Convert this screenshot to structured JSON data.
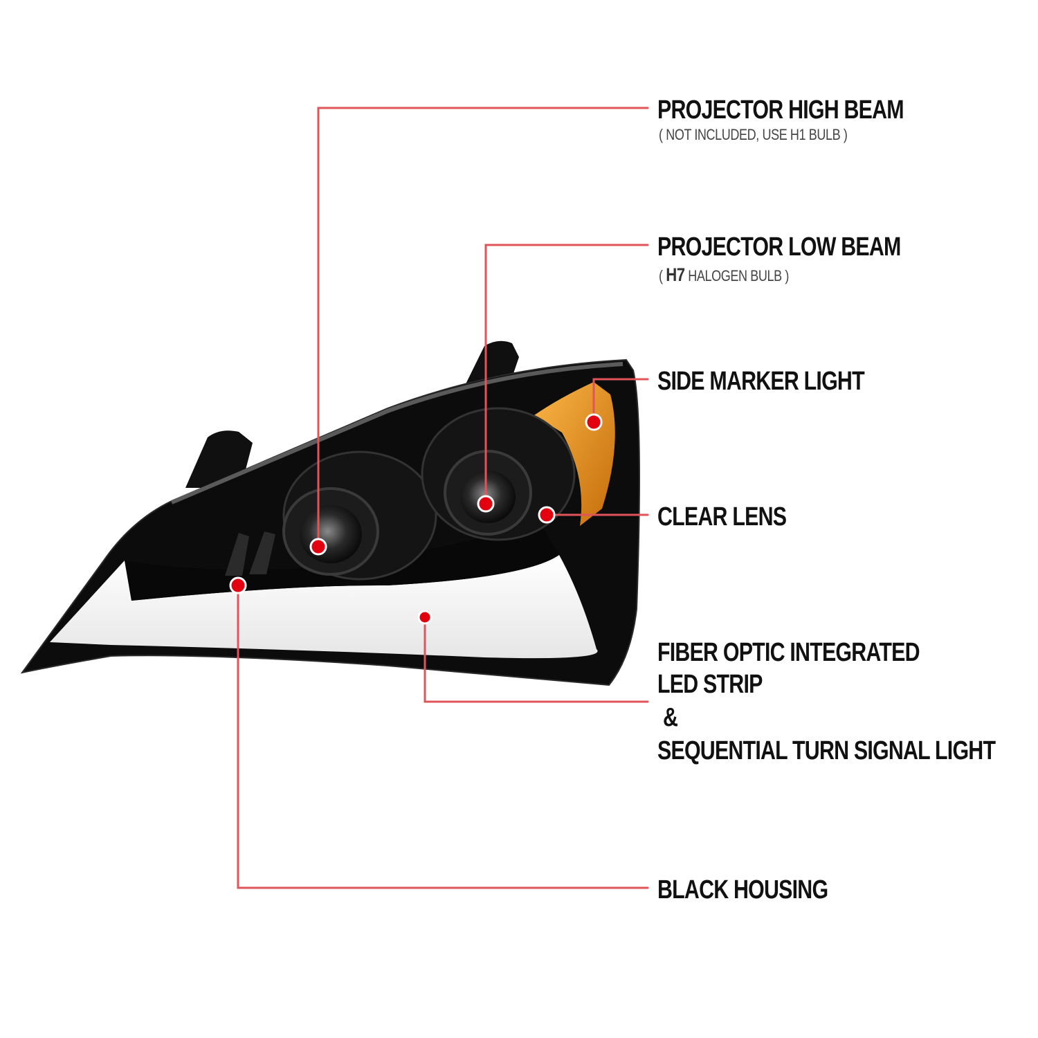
{
  "colors": {
    "leader_line": "#e0555a",
    "dot": "#e3000f",
    "housing": "#0c0c0c",
    "amber": "#f29a1c",
    "drl_strip": "#f4f4f4"
  },
  "callouts": {
    "high_beam": {
      "title": "PROJECTOR HIGH BEAM",
      "note": "( NOT INCLUDED, USE  H1  BULB )"
    },
    "low_beam": {
      "title": "PROJECTOR LOW BEAM",
      "note_open": "( ",
      "note_bulb": "H7",
      "note_rest": " HALOGEN BULB )"
    },
    "side_marker": {
      "title": "SIDE MARKER LIGHT"
    },
    "clear_lens": {
      "title": "CLEAR LENS"
    },
    "fiber_optic": {
      "line1": "FIBER OPTIC INTEGRATED",
      "line2": "LED STRIP",
      "line3": "&",
      "line4": "SEQUENTIAL TURN SIGNAL LIGHT"
    },
    "black_housing": {
      "title": "BLACK HOUSING"
    }
  }
}
